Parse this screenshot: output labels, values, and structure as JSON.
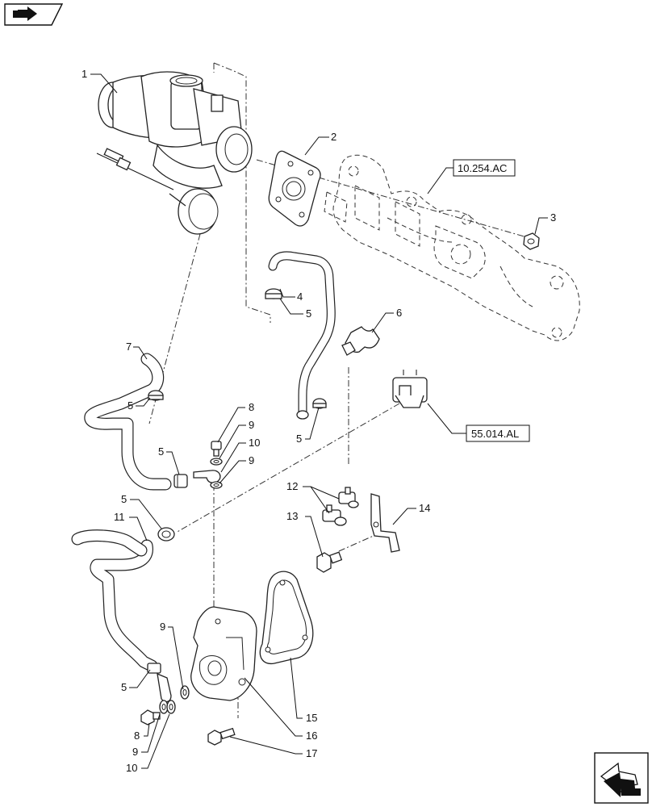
{
  "callouts": [
    {
      "id": "c1",
      "label": "1"
    },
    {
      "id": "c2",
      "label": "2"
    },
    {
      "id": "c3",
      "label": "3"
    },
    {
      "id": "c4",
      "label": "4"
    },
    {
      "id": "c5a",
      "label": "5"
    },
    {
      "id": "c6",
      "label": "6"
    },
    {
      "id": "c7",
      "label": "7"
    },
    {
      "id": "c5b",
      "label": "5"
    },
    {
      "id": "c8a",
      "label": "8"
    },
    {
      "id": "c9a",
      "label": "9"
    },
    {
      "id": "c10a",
      "label": "10"
    },
    {
      "id": "c9b",
      "label": "9"
    },
    {
      "id": "c5c",
      "label": "5"
    },
    {
      "id": "c5d",
      "label": "5"
    },
    {
      "id": "c12",
      "label": "12"
    },
    {
      "id": "c14",
      "label": "14"
    },
    {
      "id": "c5e",
      "label": "5"
    },
    {
      "id": "c13",
      "label": "13"
    },
    {
      "id": "c11",
      "label": "11"
    },
    {
      "id": "c9c",
      "label": "9"
    },
    {
      "id": "c5f",
      "label": "5"
    },
    {
      "id": "c15",
      "label": "15"
    },
    {
      "id": "c8b",
      "label": "8"
    },
    {
      "id": "c16",
      "label": "16"
    },
    {
      "id": "c9d",
      "label": "9"
    },
    {
      "id": "c17",
      "label": "17"
    },
    {
      "id": "c10b",
      "label": "10"
    }
  ],
  "references": {
    "exhaust_manifold": "10.254.AC",
    "sensor": "55.014.AL"
  },
  "icons": {
    "top_left": "arrow-tag-icon",
    "bottom_right": "navigation-arrow-icon"
  }
}
